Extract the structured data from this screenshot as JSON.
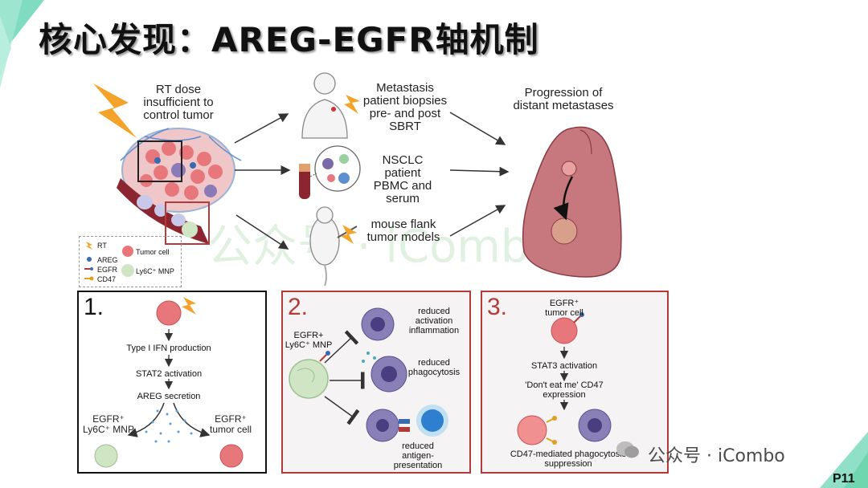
{
  "title": "核心发现：AREG-EGFR轴机制",
  "top": {
    "rt_label": "RT dose insufficient to control tumor",
    "biopsy_label": "Metastasis patient biopsies pre- and post SBRT",
    "nsclc_label": "NSCLC patient PBMC and serum",
    "mouse_label": "mouse flank tumor models",
    "progression_label": "Progression of distant metastases"
  },
  "legend": {
    "rt": "RT",
    "areg": "AREG",
    "egfr": "EGFR",
    "cd47": "CD47",
    "tumor_cell": "Tumor cell",
    "mnp": "Ly6C⁺ MNP"
  },
  "panel1": {
    "number": "1.",
    "step1": "Type I IFN production",
    "step2": "STAT2 activation",
    "step3": "AREG secretion",
    "left_cell": "EGFR⁺ Ly6C⁺ MNP",
    "right_cell": "EGFR⁺ tumor cell"
  },
  "panel2": {
    "number": "2.",
    "mnp": "EGFR+ Ly6C⁺ MNP",
    "effect1": "reduced activation inflammation",
    "effect2": "reduced phagocytosis",
    "effect3": "reduced antigen-presentation"
  },
  "panel3": {
    "number": "3.",
    "tumor": "EGFR⁺ tumor cell",
    "step1": "STAT3 activation",
    "step2": "'Don't eat me' CD47 expression",
    "result": "CD47-mediated phagocytosis suppression"
  },
  "watermark": "公众号 · iCombo",
  "wechat_mark": "公众号 · iCombo",
  "page_number": "P11",
  "colors": {
    "panel_red": "#b23a38",
    "tumor_pink": "#e8777c",
    "mnp_green": "#cfe5c4",
    "macrophage_purple": "#7a6aa8",
    "lightning_orange": "#f4a32a",
    "corner_green": "#6fd6b0"
  }
}
